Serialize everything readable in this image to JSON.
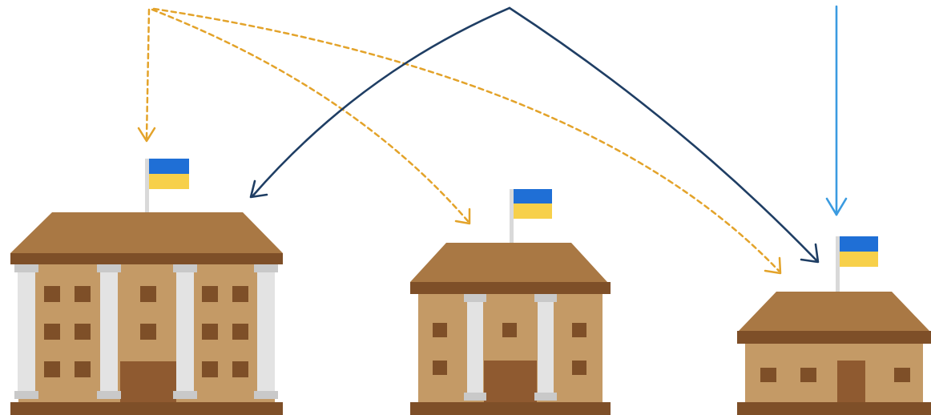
{
  "diagram": {
    "buildings": [
      {
        "id": "large",
        "flag": "ukraine-flag"
      },
      {
        "id": "medium",
        "flag": "ukraine-flag"
      },
      {
        "id": "small",
        "flag": "ukraine-flag"
      }
    ],
    "arrows": [
      {
        "from": "top-left",
        "to": "large",
        "style": "dashed"
      },
      {
        "from": "top-left",
        "to": "medium",
        "style": "dashed"
      },
      {
        "from": "top-left",
        "to": "small",
        "style": "dashed"
      },
      {
        "from": "top-center",
        "to": "large",
        "style": "solid"
      },
      {
        "from": "top-center",
        "to": "small",
        "style": "solid"
      },
      {
        "from": "top-right",
        "to": "small",
        "style": "solid"
      }
    ],
    "colors": {
      "roof": "#a97844",
      "roof_band": "#7e4f28",
      "wall": "#c49a66",
      "window": "#7e4f28",
      "door": "#8f5a30",
      "base": "#7e4f28",
      "column": "#e3e3e3",
      "column_shadow": "#c9c9c9",
      "flag_blue": "#1f6fd6",
      "flag_yellow": "#f7d04a",
      "flagpole": "#d9d9d9",
      "dashed_arrow": "#e3a32a",
      "navy_arrow": "#1f3e64",
      "blue_arrow": "#3b9be0"
    }
  }
}
